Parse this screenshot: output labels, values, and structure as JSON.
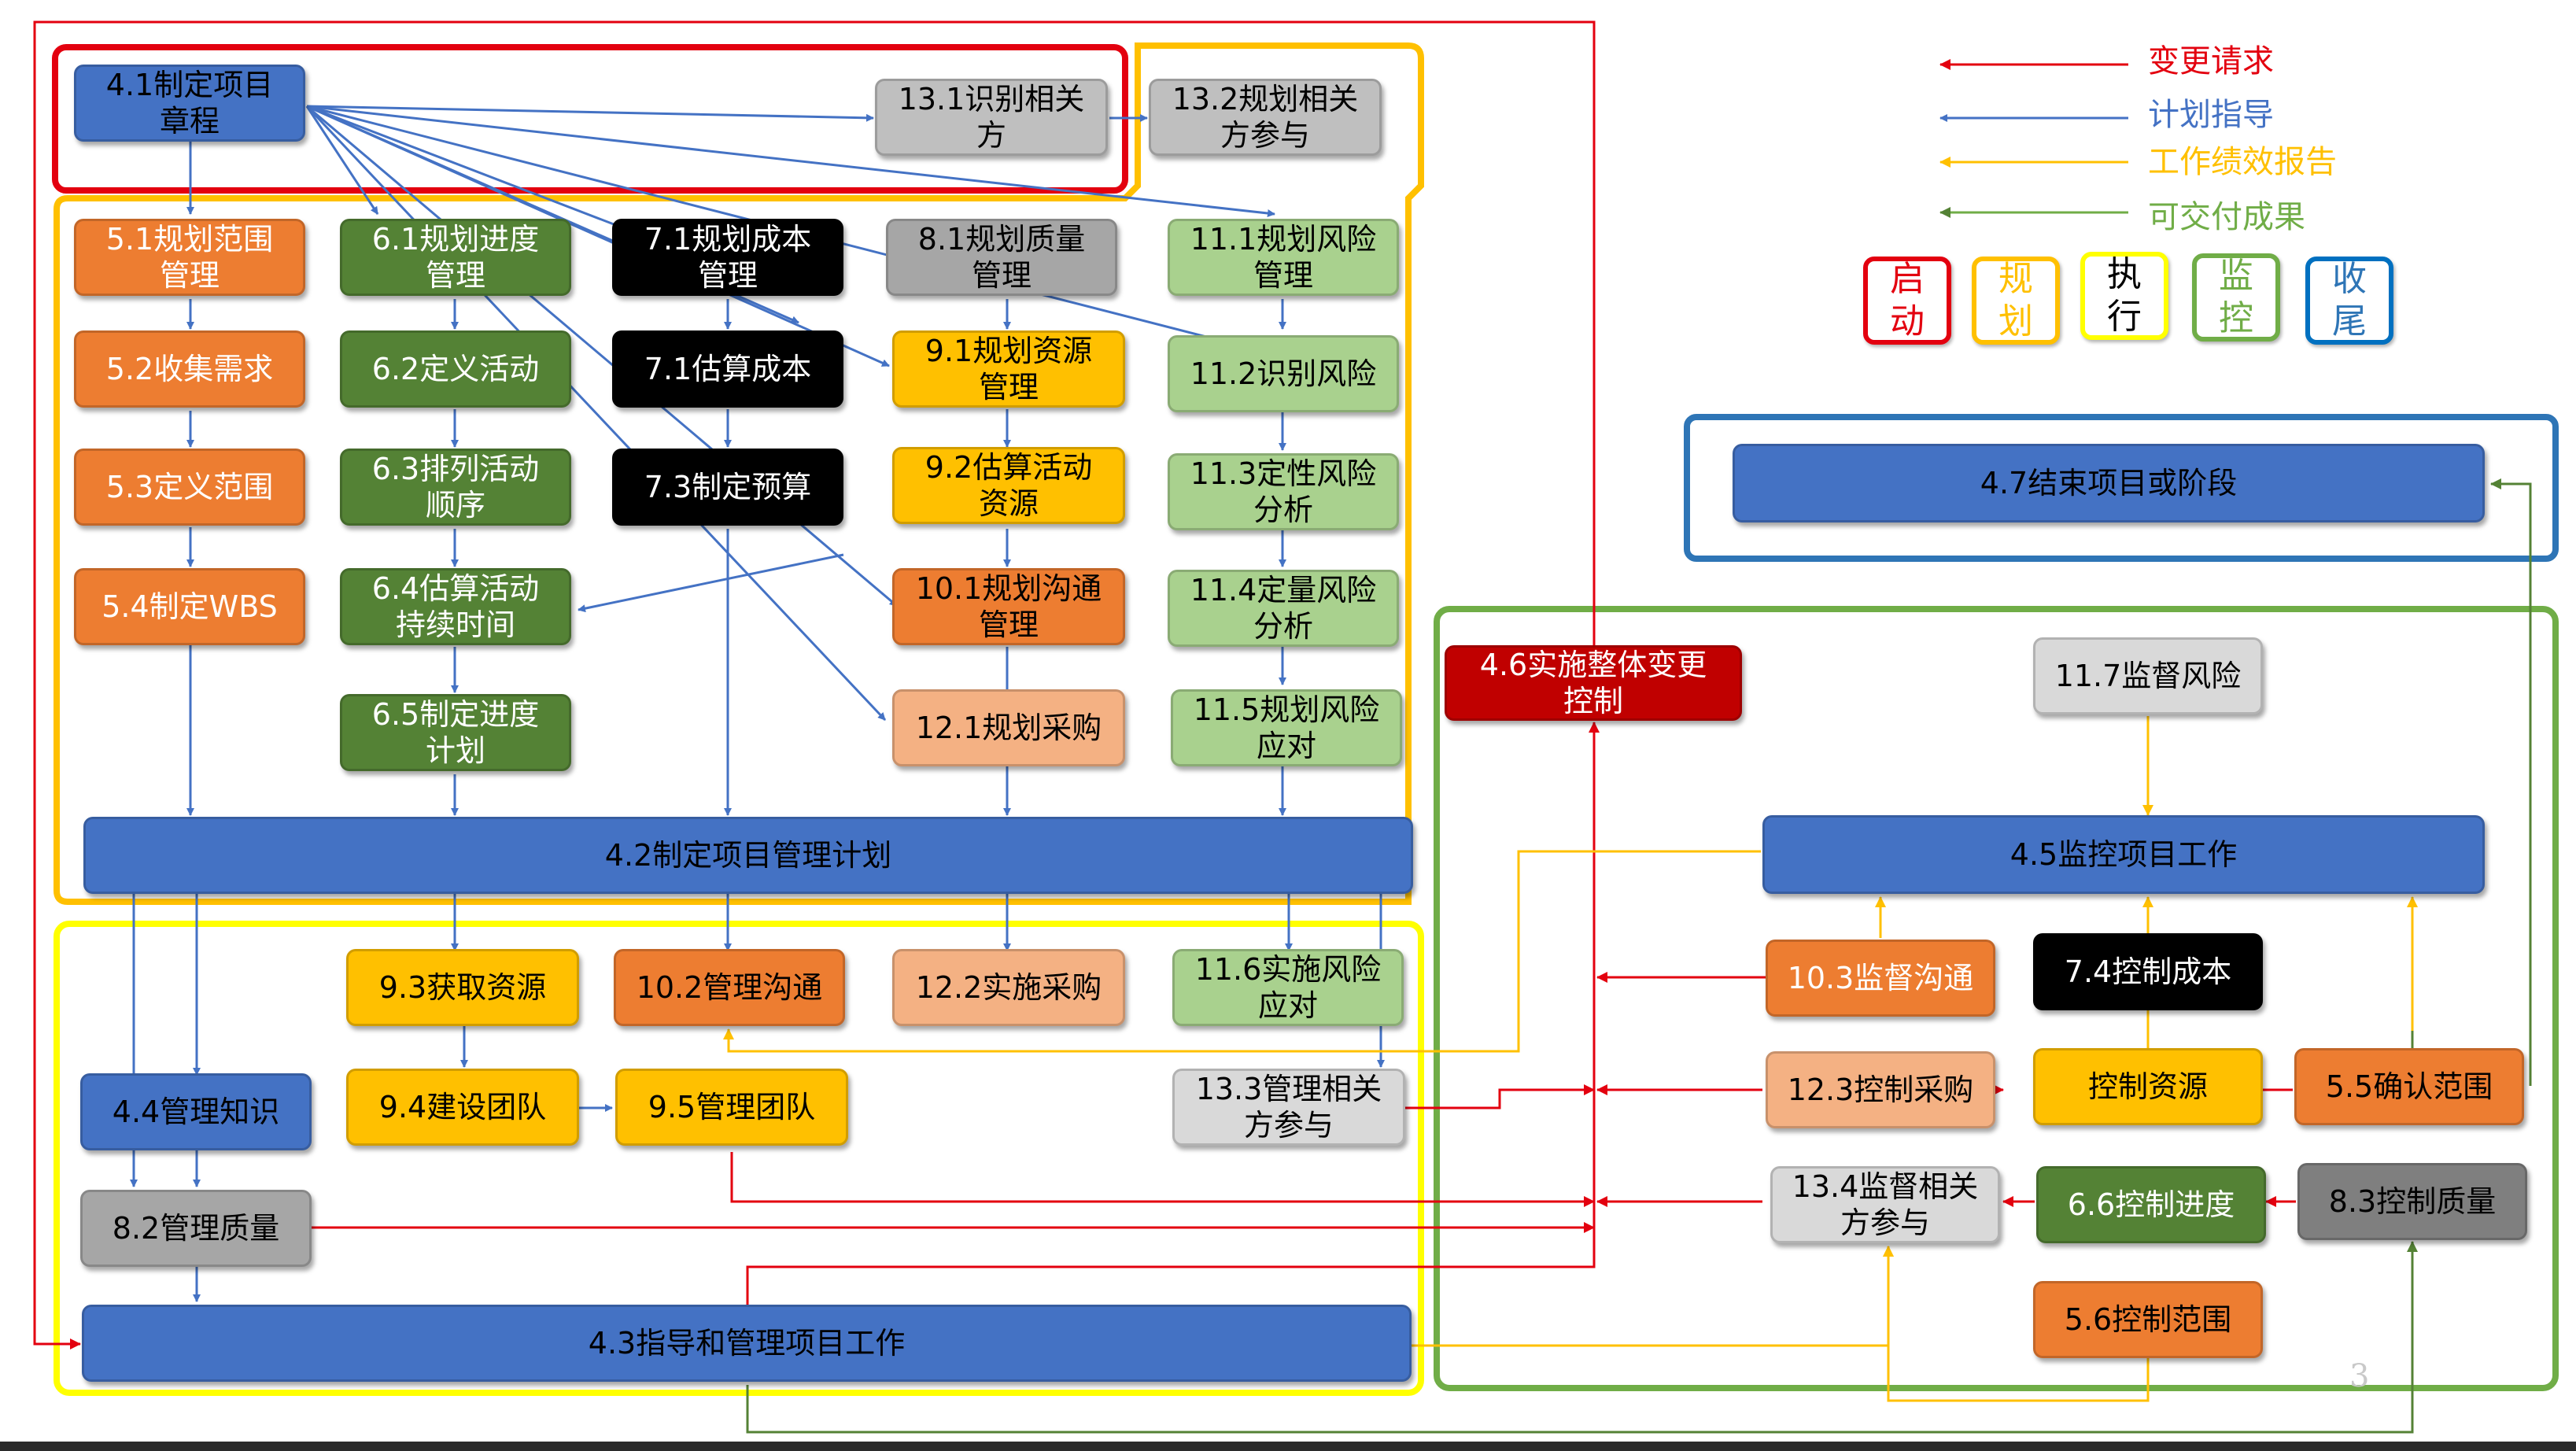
{
  "legend": {
    "items": [
      {
        "label": "变更请求",
        "color": "#e3000f"
      },
      {
        "label": "计划指导",
        "color": "#4472c4"
      },
      {
        "label": "工作绩效报告",
        "color": "#ffc000"
      },
      {
        "label": "可交付成果",
        "color": "#70ad47"
      }
    ],
    "phases": [
      {
        "label": "启\n动",
        "color": "#e3000f"
      },
      {
        "label": "规\n划",
        "color": "#ffc000"
      },
      {
        "label": "执\n行",
        "color": "#ffff00",
        "text_color": "#000000"
      },
      {
        "label": "监\n控",
        "color": "#70ad47"
      },
      {
        "label": "收\n尾",
        "color": "#0070c0"
      }
    ]
  },
  "nodes": {
    "n41": "4.1制定项目\n章程",
    "n131": "13.1识别相关\n方",
    "n132": "13.2规划相关\n方参与",
    "n51": "5.1规划范围\n管理",
    "n52": "5.2收集需求",
    "n53": "5.3定义范围",
    "n54": "5.4制定WBS",
    "n61": "6.1规划进度\n管理",
    "n62": "6.2定义活动",
    "n63": "6.3排列活动\n顺序",
    "n64": "6.4估算活动\n持续时间",
    "n65": "6.5制定进度\n计划",
    "n71a": "7.1规划成本\n管理",
    "n71b": "7.1估算成本",
    "n73": "7.3制定预算",
    "n81": "8.1规划质量\n管理",
    "n91": "9.1规划资源\n管理",
    "n92": "9.2估算活动\n资源",
    "n101": "10.1规划沟通\n管理",
    "n121": "12.1规划采购",
    "n111": "11.1规划风险\n管理",
    "n112": "11.2识别风险",
    "n113": "11.3定性风险\n分析",
    "n114": "11.4定量风险\n分析",
    "n115": "11.5规划风险\n应对",
    "n42": "4.2制定项目管理计划",
    "n93": "9.3获取资源",
    "n102": "10.2管理沟通",
    "n122": "12.2实施采购",
    "n116": "11.6实施风险\n应对",
    "n44": "4.4管理知识",
    "n94": "9.4建设团队",
    "n95": "9.5管理团队",
    "n133": "13.3管理相关\n方参与",
    "n82": "8.2管理质量",
    "n43": "4.3指导和管理项目工作",
    "n47": "4.7结束项目或阶段",
    "n46": "4.6实施整体变更\n控制",
    "n117": "11.7监督风险",
    "n45": "4.5监控项目工作",
    "n103": "10.3监督沟通",
    "n74": "7.4控制成本",
    "n123": "12.3控制采购",
    "n93c": "控制资源",
    "n55": "5.5确认范围",
    "n134": "13.4监督相关\n方参与",
    "n66": "6.6控制进度",
    "n83": "8.3控制质量",
    "n56": "5.6控制范围"
  },
  "page_number": "3"
}
